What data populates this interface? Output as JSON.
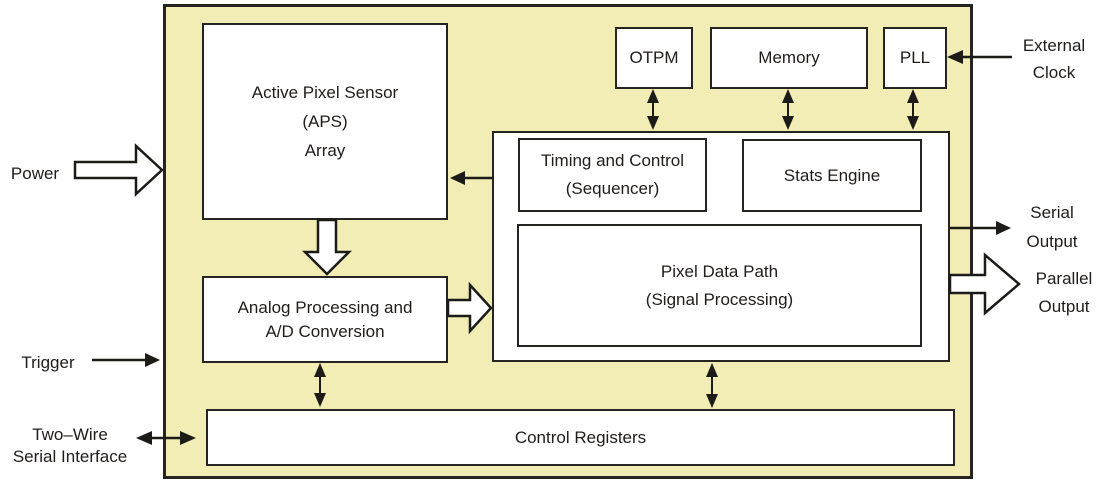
{
  "diagram_type": "image-sensor-block-diagram",
  "colors": {
    "chip_fill": "#f1edb4",
    "box_fill": "#ffffff",
    "border": "#262420",
    "text": "#1f1c1a",
    "arrow": "#1d1b18",
    "page_bg": "#ffffff"
  },
  "blocks": {
    "aps": {
      "line1": "Active Pixel Sensor",
      "line2": "(APS)",
      "line3": "Array"
    },
    "analog": {
      "line1": "Analog Processing and",
      "line2": "A/D Conversion"
    },
    "otpm": {
      "label": "OTPM"
    },
    "memory": {
      "label": "Memory"
    },
    "pll": {
      "label": "PLL"
    },
    "timing": {
      "line1": "Timing and Control",
      "line2": "(Sequencer)"
    },
    "stats": {
      "label": "Stats Engine"
    },
    "pixel_data_path": {
      "line1": "Pixel Data Path",
      "line2": "(Signal Processing)"
    },
    "control_registers": {
      "label": "Control Registers"
    }
  },
  "external_labels": {
    "power": "Power",
    "trigger": "Trigger",
    "two_wire_line1": "Two–Wire",
    "two_wire_line2": "Serial Interface",
    "external_clock_line1": "External",
    "external_clock_line2": "Clock",
    "serial_output_line1": "Serial",
    "serial_output_line2": "Output",
    "parallel_output_line1": "Parallel",
    "parallel_output_line2": "Output"
  },
  "arrows": [
    {
      "name": "power-arrow",
      "type": "hollow-block",
      "direction": "right",
      "from": "Power",
      "to": "chip"
    },
    {
      "name": "trigger-arrow",
      "type": "thin",
      "direction": "right",
      "from": "Trigger",
      "to": "chip"
    },
    {
      "name": "two-wire-arrow",
      "type": "thin-double",
      "direction": "horizontal",
      "from": "Two–Wire Serial Interface",
      "to": "Control Registers"
    },
    {
      "name": "external-clock-arrow",
      "type": "thin",
      "direction": "left",
      "from": "External Clock",
      "to": "PLL"
    },
    {
      "name": "aps-to-analog-arrow",
      "type": "hollow-block",
      "direction": "down",
      "from": "APS Array",
      "to": "Analog Processing"
    },
    {
      "name": "analog-to-pdp-arrow",
      "type": "hollow-block",
      "direction": "right",
      "from": "Analog Processing",
      "to": "Pixel Data Path"
    },
    {
      "name": "sequencer-to-aps-arrow",
      "type": "thin",
      "direction": "left",
      "from": "Timing and Control",
      "to": "APS Array"
    },
    {
      "name": "otpm-varrow",
      "type": "thin-double",
      "direction": "vertical",
      "from": "OTPM",
      "to": "inner block"
    },
    {
      "name": "memory-varrow",
      "type": "thin-double",
      "direction": "vertical",
      "from": "Memory",
      "to": "inner block"
    },
    {
      "name": "pll-varrow",
      "type": "thin-double",
      "direction": "vertical",
      "from": "PLL",
      "to": "inner block"
    },
    {
      "name": "analog-to-registers-varrow",
      "type": "thin-double",
      "direction": "vertical",
      "from": "Analog Processing",
      "to": "Control Registers"
    },
    {
      "name": "pdp-to-registers-varrow",
      "type": "thin-double",
      "direction": "vertical",
      "from": "Pixel Data Path",
      "to": "Control Registers"
    },
    {
      "name": "serial-output-arrow",
      "type": "thin",
      "direction": "right",
      "from": "inner block",
      "to": "Serial Output"
    },
    {
      "name": "parallel-output-arrow",
      "type": "hollow-block",
      "direction": "right",
      "from": "inner block",
      "to": "Parallel Output"
    }
  ]
}
